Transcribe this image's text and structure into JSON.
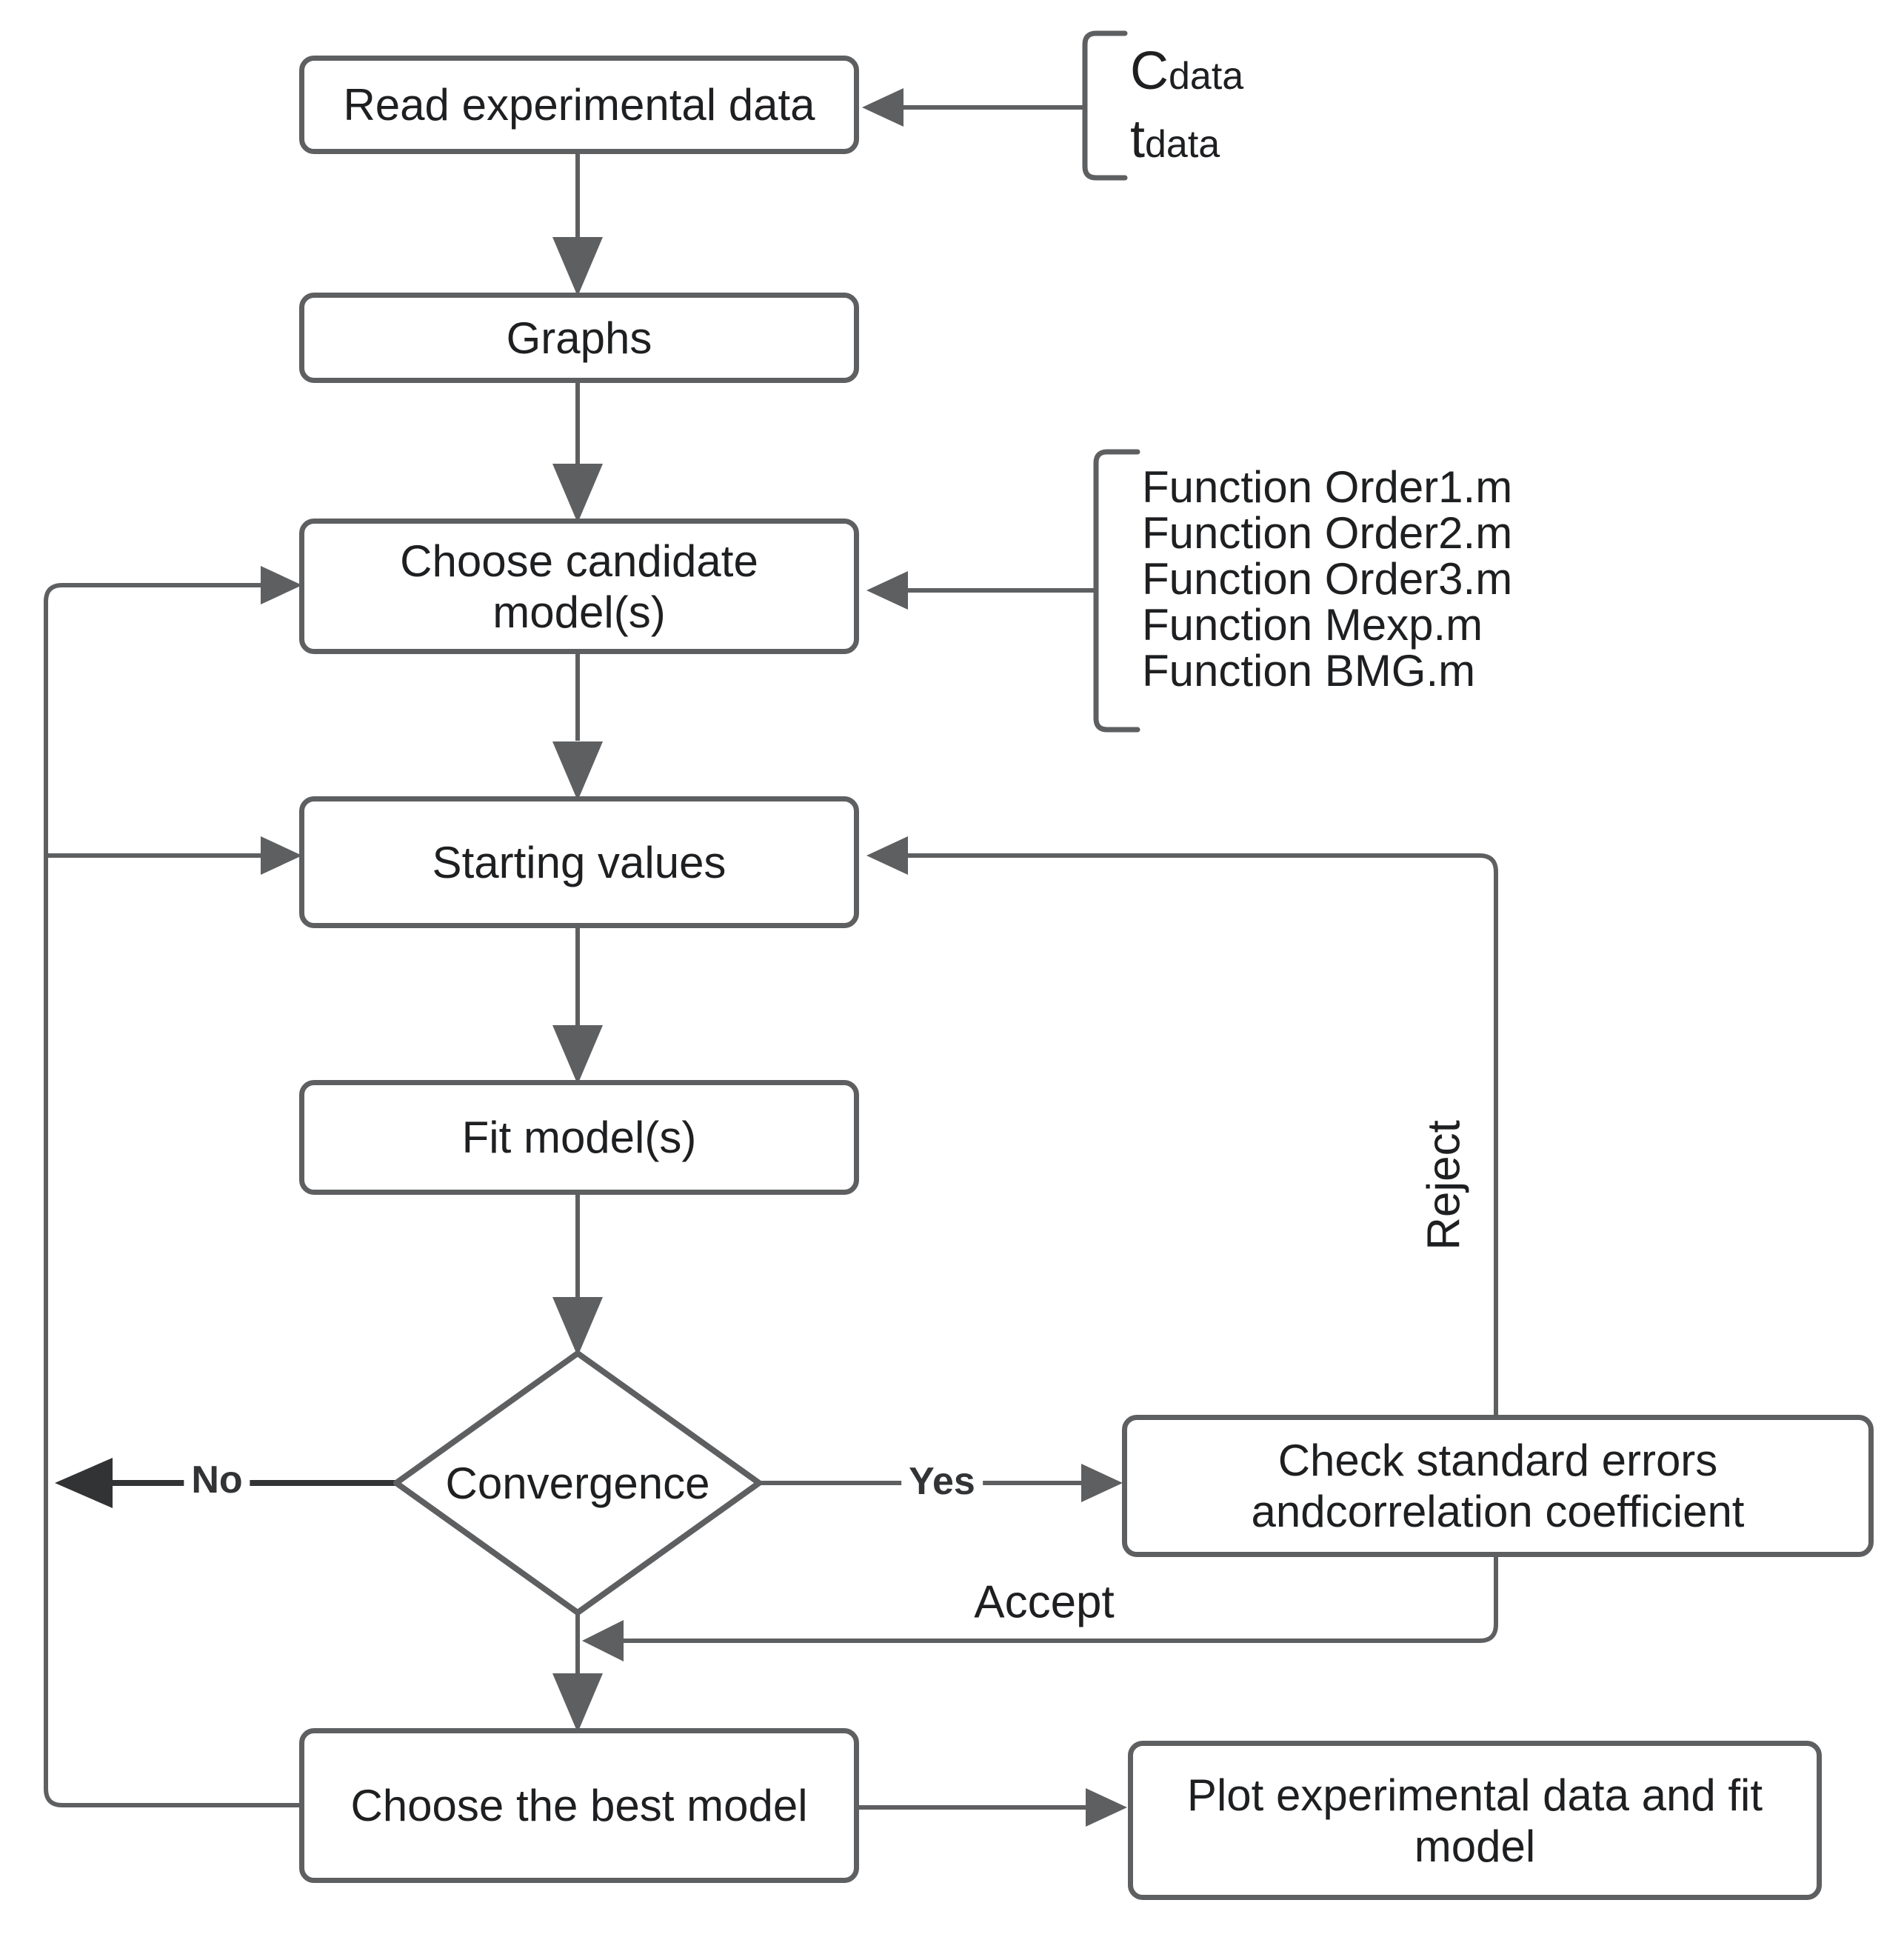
{
  "nodes": {
    "read_data": {
      "label": "Read experimental data"
    },
    "graphs": {
      "label": "Graphs"
    },
    "choose_candidate": {
      "label": "Choose candidate model(s)"
    },
    "starting_values": {
      "label": "Starting values"
    },
    "fit_models": {
      "label": "Fit model(s)"
    },
    "convergence": {
      "label": "Convergence"
    },
    "choose_best": {
      "label": "Choose the best model"
    },
    "check_errors": {
      "label": "Check standard errors andcorrelation coefficient"
    },
    "plot_fit": {
      "label": "Plot experimental data and fit model"
    }
  },
  "annotations": {
    "input_variables": {
      "items": [
        {
          "head": "C",
          "sub": "data"
        },
        {
          "head": "t",
          "sub": "data"
        }
      ]
    },
    "functions": {
      "items": [
        "Function Order1.m",
        "Function Order2.m",
        "Function Order3.m",
        "Function Mexp.m",
        "Function BMG.m"
      ]
    }
  },
  "edge_labels": {
    "no": "No",
    "yes": "Yes",
    "accept": "Accept",
    "reject": "Reject"
  },
  "colors": {
    "line": "#5e5f61",
    "dark_line": "#323335",
    "text": "#1e1f21",
    "box_bg": "#ffffff",
    "canvas_bg": "#ffffff"
  }
}
